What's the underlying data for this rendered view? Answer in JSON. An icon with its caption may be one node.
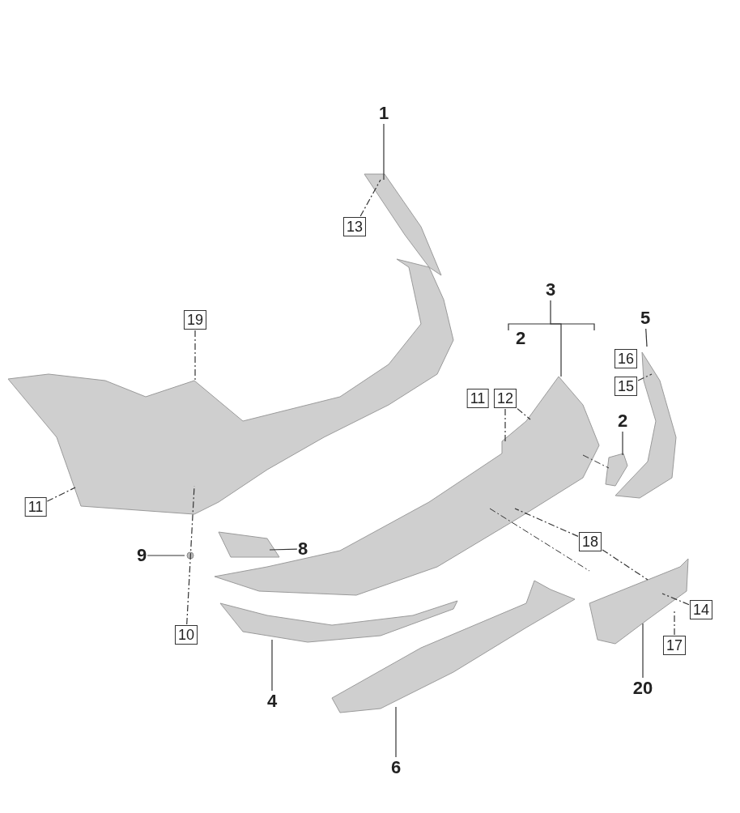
{
  "diagram": {
    "nodes": [
      {
        "text": [
          "1"
        ]
      },
      {
        "text": [
          "13"
        ]
      },
      {
        "text": [
          "3"
        ]
      },
      {
        "text": [
          "5"
        ]
      },
      {
        "text": [
          "19"
        ]
      },
      {
        "text": [
          "16"
        ]
      },
      {
        "text": [
          "15"
        ]
      },
      {
        "text": [
          "11"
        ]
      },
      {
        "text": [
          "12"
        ]
      },
      {
        "text": [
          "2"
        ]
      },
      {
        "text": [
          "11"
        ]
      },
      {
        "text": [
          "18"
        ]
      },
      {
        "text": [
          "9"
        ]
      },
      {
        "text": [
          "8"
        ]
      },
      {
        "text": [
          "14"
        ]
      },
      {
        "text": [
          "10"
        ]
      },
      {
        "text": [
          "17"
        ]
      },
      {
        "text": [
          "20"
        ]
      },
      {
        "text": [
          "4"
        ]
      },
      {
        "text": [
          "6"
        ]
      }
    ],
    "edges": [
      {
        "from": 0,
        "to": null,
        "arrow": "none"
      },
      {
        "from": 1,
        "to": null,
        "arrow": "none",
        "style": "dashed"
      },
      {
        "from": 4,
        "to": null,
        "arrow": "none",
        "style": "dashed"
      },
      {
        "from": 2,
        "to": null,
        "arrow": "none"
      },
      {
        "from": 3,
        "to": null,
        "arrow": "none"
      },
      {
        "from": 6,
        "to": null,
        "arrow": "none",
        "style": "dashed"
      },
      {
        "from": 8,
        "to": null,
        "arrow": "none",
        "style": "dashed"
      },
      {
        "from": 8,
        "to": null,
        "arrow": "none",
        "style": "dashed"
      },
      {
        "from": 9,
        "to": null,
        "arrow": "none"
      },
      {
        "from": 10,
        "to": null,
        "arrow": "none",
        "style": "dashed"
      },
      {
        "from": 11,
        "to": null,
        "arrow": "none",
        "style": "dashed"
      },
      {
        "from": 11,
        "to": null,
        "arrow": "none",
        "style": "dashed"
      },
      {
        "from": 12,
        "to": null,
        "arrow": "none"
      },
      {
        "from": 13,
        "to": null,
        "arrow": "none"
      },
      {
        "from": 14,
        "to": null,
        "arrow": "none",
        "style": "dashed"
      },
      {
        "from": 15,
        "to": null,
        "arrow": "none",
        "style": "dashed"
      },
      {
        "from": 16,
        "to": null,
        "arrow": "none",
        "style": "dashed"
      },
      {
        "from": 17,
        "to": null,
        "arrow": "none"
      },
      {
        "from": 18,
        "to": null,
        "arrow": "none"
      },
      {
        "from": 19,
        "to": null,
        "arrow": "none"
      }
    ],
    "labels": [
      "2"
    ]
  }
}
